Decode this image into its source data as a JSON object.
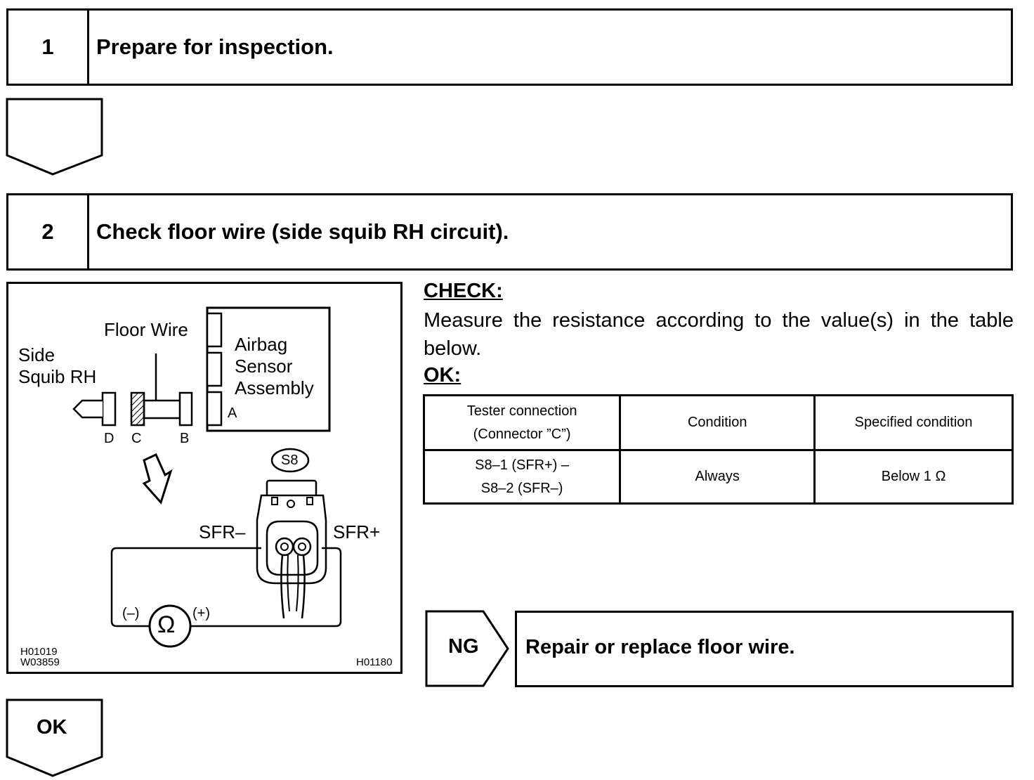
{
  "steps": [
    {
      "number": "1",
      "title": "Prepare for inspection."
    },
    {
      "number": "2",
      "title": "Check floor wire (side squib RH circuit)."
    }
  ],
  "diagram": {
    "labels": {
      "floor_wire": "Floor Wire",
      "airbag_line1": "Airbag",
      "airbag_line2": "Sensor",
      "airbag_line3": "Assembly",
      "side_line1": "Side",
      "side_line2": "Squib RH",
      "conn_a": "A",
      "conn_b": "B",
      "conn_c": "C",
      "conn_d": "D",
      "connector_id": "S8",
      "sfr_minus": "SFR–",
      "sfr_plus": "SFR+",
      "meter_minus": "(–)",
      "meter_plus": "(+)",
      "ohm": "Ω"
    },
    "codes": [
      "H01019",
      "W03859",
      "H01180"
    ]
  },
  "check": {
    "heading": "CHECK:",
    "text": "Measure the resistance according to the value(s) in the table below.",
    "ok_heading": "OK:"
  },
  "table": {
    "headers": [
      "Tester connection",
      "(Connector ”C”)",
      "Condition",
      "Specified condition"
    ],
    "row": [
      "S8–1 (SFR+) –",
      "S8–2 (SFR–)",
      "Always",
      "Below 1 Ω"
    ]
  },
  "ng": {
    "label": "NG",
    "action": "Repair or replace floor wire."
  },
  "ok_arrow": {
    "label": "OK"
  }
}
